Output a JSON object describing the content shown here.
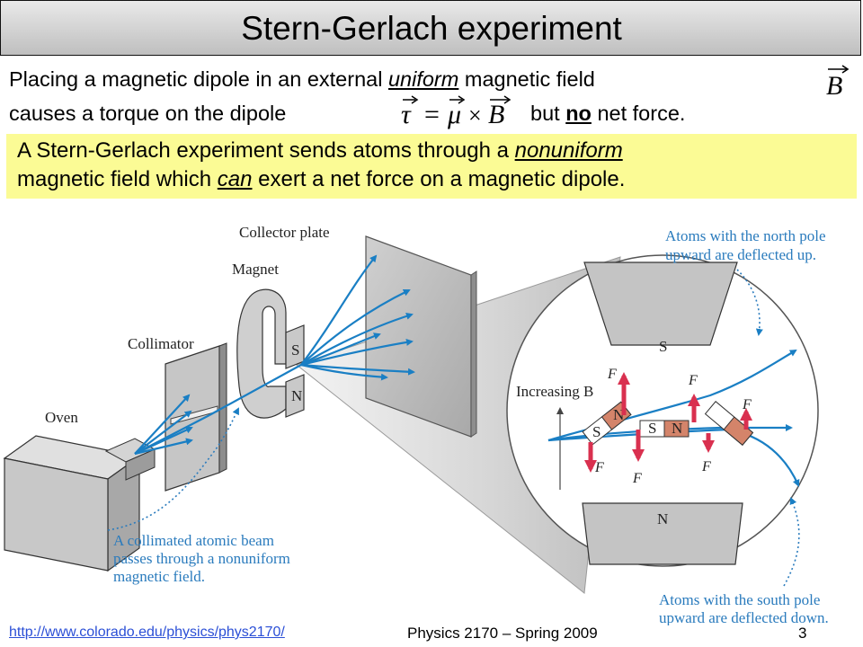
{
  "title": "Stern-Gerlach experiment",
  "intro": {
    "line1_a": "Placing a magnetic dipole in an external",
    "line1_em": "uniform",
    "line1_b": "magnetic field",
    "line2_a": "causes a torque on the dipole",
    "line2_b": "but",
    "line2_bold": "no",
    "line2_c": "net force."
  },
  "equations": {
    "field_vector": "B",
    "torque_tau": "τ",
    "torque_equals": "=",
    "torque_mu": "μ",
    "torque_times": "×",
    "torque_B": "B"
  },
  "callout": {
    "line1_a": "A Stern-Gerlach experiment sends atoms through a",
    "line1_em": "nonuniform",
    "line2_a": "magnetic field which",
    "line2_em": "can",
    "line2_b": "exert a net force on a magnetic dipole."
  },
  "figure": {
    "labels": {
      "collector_plate": "Collector plate",
      "magnet": "Magnet",
      "collimator": "Collimator",
      "oven": "Oven",
      "pole_s": "S",
      "pole_n": "N",
      "increasing_b": "Increasing B",
      "force": "F",
      "dipole_n": "N",
      "dipole_s": "S"
    },
    "annotations": {
      "north_line1": "Atoms with the north pole",
      "north_line2": "upward are deflected up.",
      "beam_line1": "A collimated atomic beam",
      "beam_line2": "passes through a nonuniform",
      "beam_line3": "magnetic field.",
      "south_line1": "Atoms with the south pole",
      "south_line2": "upward are deflected down."
    },
    "colors": {
      "beam": "#1a7fc4",
      "force_arrow": "#d9304f",
      "magnet_gray": "#c9c9c9",
      "dipole_north": "#d4846a"
    }
  },
  "footer": {
    "link": "http://www.colorado.edu/physics/phys2170/",
    "course": "Physics 2170 – Spring 2009",
    "page": "3"
  }
}
